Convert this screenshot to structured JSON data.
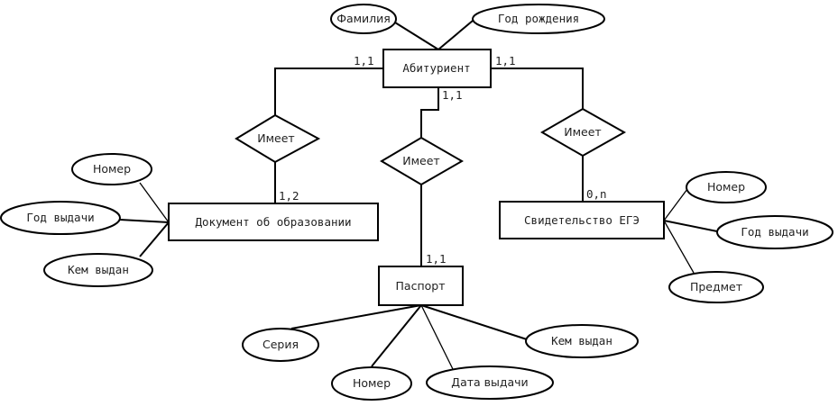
{
  "diagram": {
    "type": "er-diagram",
    "entities": {
      "applicant": "Абитуриент",
      "education_doc": "Документ об образовании",
      "passport": "Паспорт",
      "ege_cert": "Свидетельство ЕГЭ"
    },
    "relationships": {
      "rel_left": "Имеет",
      "rel_center": "Имеет",
      "rel_right": "Имеет"
    },
    "cardinalities": {
      "applicant_left": "1,1",
      "applicant_bottom": "1,1",
      "applicant_right": "1,1",
      "education_doc": "1,2",
      "passport": "1,1",
      "ege_cert": "0,n"
    },
    "attributes": {
      "applicant": [
        "Фамилия",
        "Год рождения"
      ],
      "education_doc": [
        "Номер",
        "Год выдачи",
        "Кем выдан"
      ],
      "passport": [
        "Серия",
        "Номер",
        "Дата выдачи",
        "Кем выдан"
      ],
      "ege_cert": [
        "Номер",
        "Год выдачи",
        "Предмет"
      ]
    }
  }
}
